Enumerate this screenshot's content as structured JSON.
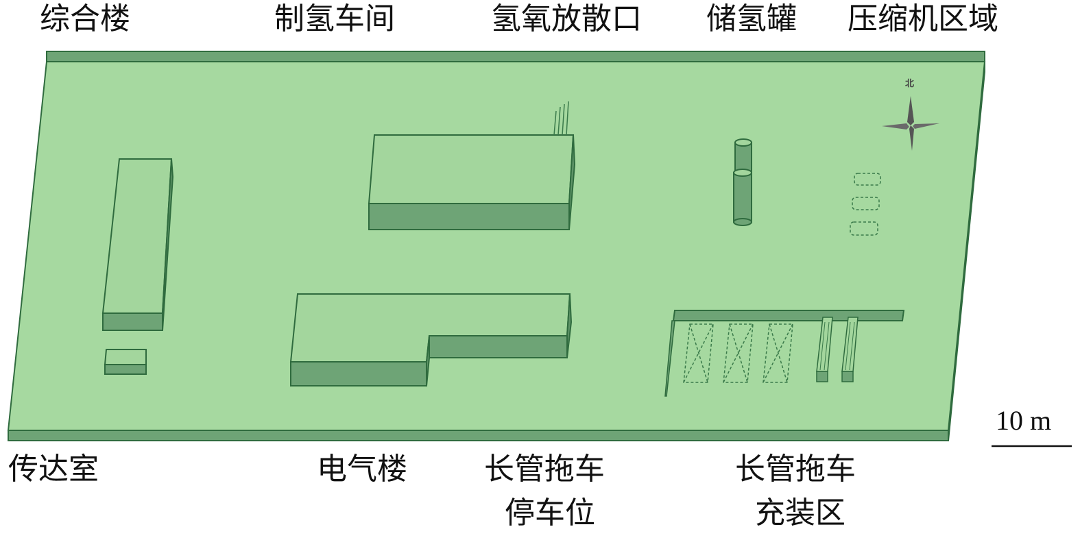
{
  "labels_top": {
    "complex_building": "综合楼",
    "electrolysis_workshop": "制氢车间",
    "vent_stack": "氢氧放散口",
    "storage_tank": "储氢罐",
    "compressor_area": "压缩机区域"
  },
  "labels_bottom": {
    "guard_room": "传达室",
    "electrical_building": "电气楼",
    "tube_trailer_parking_line1": "长管拖车",
    "tube_trailer_parking_line2": "停车位",
    "tube_trailer_filling_line1": "长管拖车",
    "tube_trailer_filling_line2": "充装区"
  },
  "compass": {
    "north": "北"
  },
  "scale_bar": {
    "text": "10 m"
  },
  "colors": {
    "ground": "#a6d9a0",
    "building_top": "#a3d69d",
    "building_side": "#6ea476",
    "edge": "#2f6b3e"
  }
}
